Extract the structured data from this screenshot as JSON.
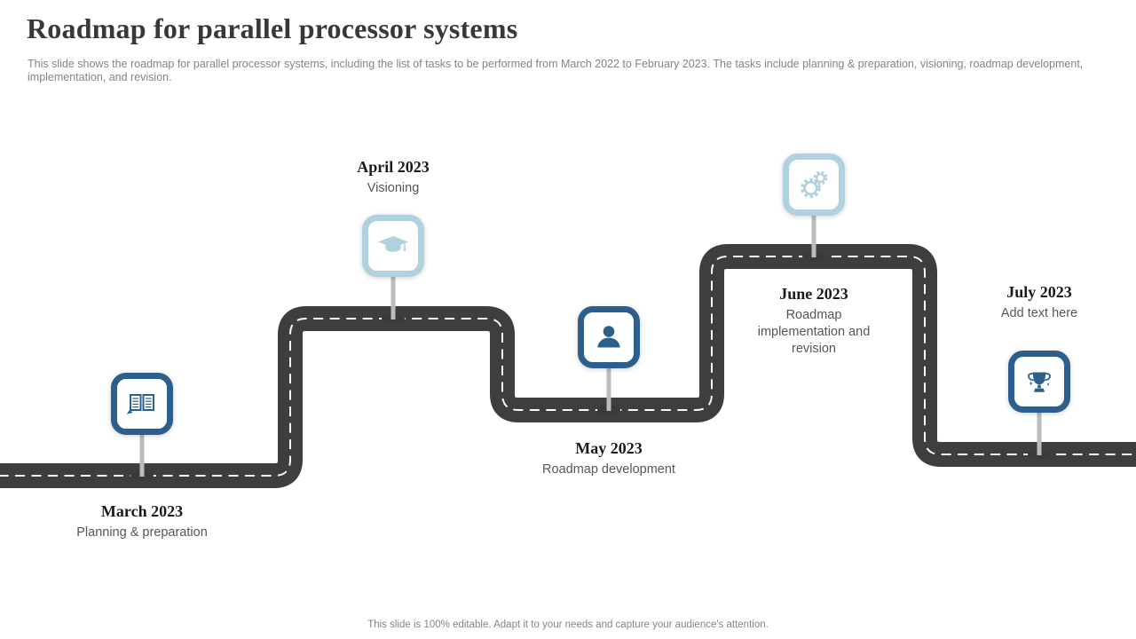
{
  "slide": {
    "title": "Roadmap for parallel processor systems",
    "subtitle_lines": [
      "This slide shows the roadmap for parallel processor systems, including the list of tasks to be performed from March 2022 to February 2023. The tasks include planning & preparation, visioning, roadmap development,",
      "implementation, and revision."
    ],
    "footer": "This slide is 100% editable. Adapt it to your needs and capture your audience's attention."
  },
  "colors": {
    "titleText": "#383838",
    "mutedText": "#848484",
    "dateText": "#1b1b1b",
    "descText": "#565656",
    "road": "#3e3e3e",
    "roadDash": "#fafafa",
    "stem": "#bcbcbc",
    "darkBlue": "#2d5f8c",
    "lightBlue": "#afd2de"
  },
  "milestones": [
    {
      "date": "March 2023",
      "description": "Planning & preparation",
      "icon": "open-book-icon",
      "theme": "dark"
    },
    {
      "date": "April 2023",
      "description": "Visioning",
      "icon": "graduation-cap-icon",
      "theme": "light"
    },
    {
      "date": "May 2023",
      "description": "Roadmap development",
      "icon": "person-icon",
      "theme": "dark"
    },
    {
      "date": "June 2023",
      "description": "Roadmap implementation and revision",
      "icon": "gears-icon",
      "theme": "light"
    },
    {
      "date": "July 2023",
      "description": "Add text here",
      "icon": "trophy-icon",
      "theme": "dark"
    }
  ]
}
